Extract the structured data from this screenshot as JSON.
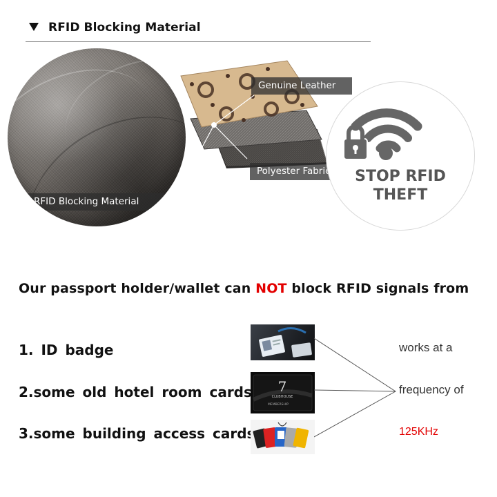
{
  "header": {
    "title": "RFID Blocking Material"
  },
  "materials": {
    "fabric_label": "RFID Blocking Material",
    "leather_label": "Genuine Leather",
    "polyester_label": "Polyester Fabric"
  },
  "badge": {
    "line1": "STOP RFID",
    "line2": "THEFT"
  },
  "statement": {
    "before": "Our  passport  holder/wallet can ",
    "highlight": "NOT",
    "after": " block RFID signals from"
  },
  "list": [
    {
      "label": "1. ID badge"
    },
    {
      "label": "2.some  old  hotel  room  cards"
    },
    {
      "label": "3.some  building  access  cards"
    }
  ],
  "thumbs": {
    "hotel_card_number": "7",
    "hotel_card_brand": "CLUBHOUSE",
    "hotel_card_sub": "MEMBERSHIP"
  },
  "frequency": {
    "line1": "works at a",
    "line2": "frequency of",
    "value": "125KHz"
  },
  "colors": {
    "accent_red": "#e30000",
    "badge_gray": "#555555"
  }
}
